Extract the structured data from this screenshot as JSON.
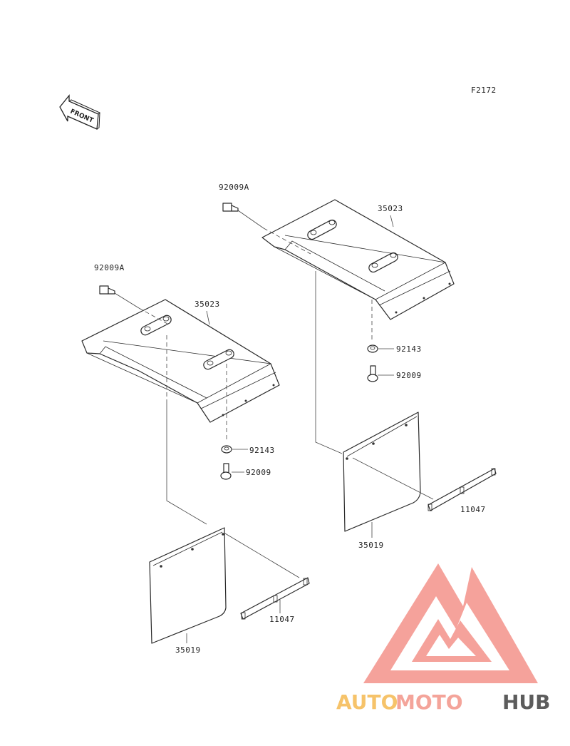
{
  "figure_code": "F2172",
  "front_indicator": "FRONT",
  "part_labels": {
    "bolt_top": "92009A",
    "bolt_left": "92009A",
    "cover_top": "35023",
    "cover_left": "35023",
    "washer_right": "92143",
    "washer_left": "92143",
    "screw_right": "92009",
    "screw_left": "92009",
    "bracket_right": "11047",
    "bracket_left": "11047",
    "flap_right": "35019",
    "flap_left": "35019"
  },
  "watermark": {
    "text_1": "AUTO",
    "text_2": "MOTO",
    "text_3": "HUB",
    "color_1": "#f6c36a",
    "color_2": "#f4a49a",
    "color_3": "#5c5c5c",
    "logo_color": "#f4928a"
  }
}
